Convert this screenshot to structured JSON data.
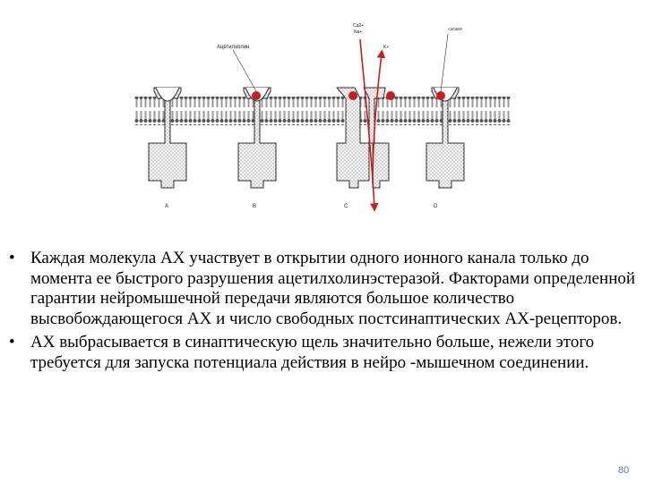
{
  "figure": {
    "labels": {
      "acetylcholine": "Ацетилхолин",
      "ions": [
        "Ca2+",
        "Na+"
      ],
      "potassium": "K+",
      "esterase": "«эсасе",
      "panels": [
        "A",
        "B",
        "C",
        "D"
      ]
    },
    "colors": {
      "acetylcholine_dot": "#c81e1e",
      "ion_arrow": "#c81e1e",
      "membrane": "#333333"
    }
  },
  "bullets": [
    "Каждая молекула АХ участвует в открытии одного ионного канала только до момента ее быстрого разрушения ацетилхолинэстеразой. Факторами определенной гарантии нейромышечной передачи являются большое количество высвобождающегося АХ и число свободных постсинаптических АХ-рецепторов.",
    "АХ выбрасывается в синаптическую щель значительно больше, нежели этого требуется для запуска потенциала действия в нейро -мышечном соединении."
  ],
  "bullet_symbol": "•",
  "page_number": "80"
}
